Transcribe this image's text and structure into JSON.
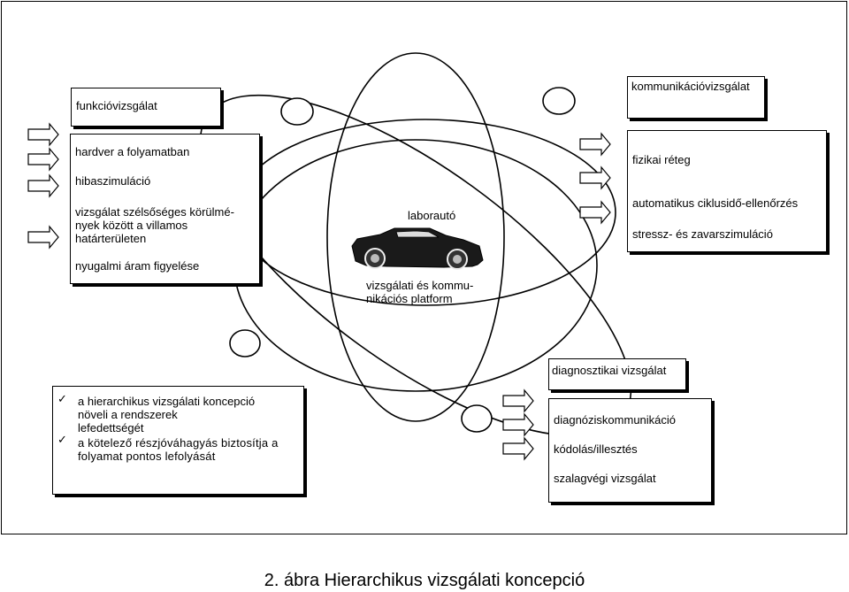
{
  "left_panel": {
    "title": "funkcióvizsgálat",
    "items": [
      "hardver a folyamatban",
      "hibaszimuláció",
      "vizsgálat szélsőséges körülmé-\nnyek között a villamos\nhatárterületen",
      "nyugalmi áram figyelése"
    ]
  },
  "center": {
    "top_label": "laborautó",
    "bottom_label": "vizsgálati és kommu-\nnikációs platform"
  },
  "right_top_panel": {
    "title": "kommunikációvizsgálat",
    "items": [
      "fizikai réteg",
      "automatikus ciklusidő-ellenőrzés",
      "stressz- és zavarszimuláció"
    ]
  },
  "right_bottom_panel": {
    "title": "diagnosztikai vizsgálat",
    "items": [
      "diagnóziskommunikáció",
      "kódolás/illesztés",
      "szalagvégi vizsgálat"
    ]
  },
  "notes": {
    "check_glyph": "✓",
    "items": [
      "a hierarchikus vizsgálati koncepció\nnöveli a rendszerek\nlefedettségét",
      "a kötelező részjóváhagyás biztosítja a\nfolyamat pontos lefolyását"
    ]
  },
  "caption": "2. ábra Hierarchikus vizsgálati koncepció"
}
